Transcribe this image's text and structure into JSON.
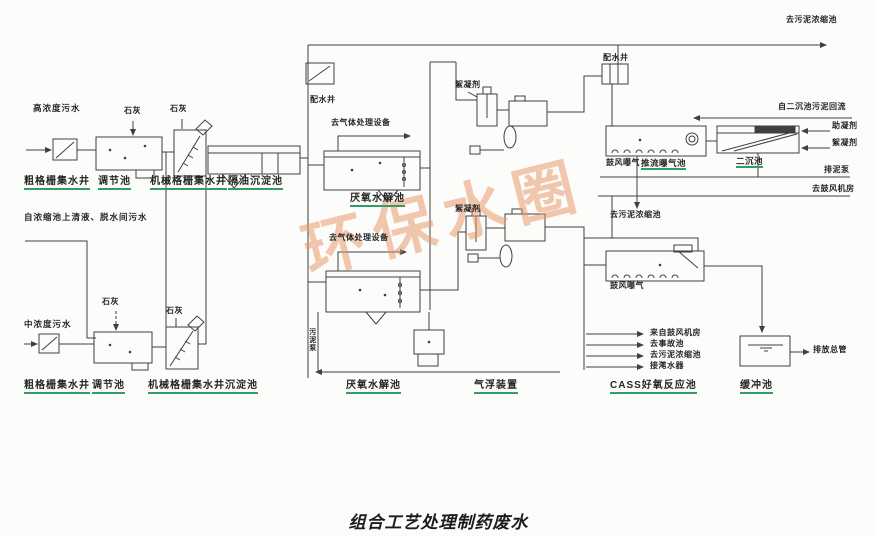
{
  "diagram": {
    "title": "组合工艺处理制药废水",
    "watermark": "环保水圈"
  },
  "colors": {
    "line": "#3f3f3f",
    "label_underline": "#2f9e6b",
    "watermark": "#e6945f",
    "text": "#262626"
  },
  "labels": {
    "inlet_high": "高浓度污水",
    "inlet_mid": "中浓度污水",
    "inlet_supernatant": "自浓缩池上清液、脱水间污水",
    "lime_1": "石灰",
    "lime_2": "石灰",
    "lime_3": "石灰",
    "lime_4": "石灰",
    "coarse_well_1": "粗格栅集水井",
    "regulating_1": "调节池",
    "mech_screen_1": "机械格栅集水井",
    "oil_sed_1": "隔油沉淀池",
    "coarse_well_2": "粗格栅集水井",
    "regulating_2": "调节池",
    "mech_screen_sed_2": "机械格栅集水井沉淀池",
    "dist_well_mid": "配水井",
    "to_gas_1": "去气体处理设备",
    "to_gas_2": "去气体处理设备",
    "anaerobic_1": "厌氧水解池",
    "anaerobic_2": "厌氧水解池",
    "flocculant_1": "絮凝剂",
    "flocculant_2": "絮凝剂",
    "flotation_unit": "气浮装置",
    "dist_well_right": "配水井",
    "to_sludge_thickener_top": "去污泥浓缩池",
    "blower_aeration_1": "鼓风曝气",
    "plug_flow_tank": "推流曝气池",
    "secondary_clarifier": "二沉池",
    "sludge_return": "自二沉池污泥回流",
    "coagulant_aid": "助凝剂",
    "flocculant_right": "絮凝剂",
    "sludge_pump": "排泥泵",
    "to_blower_room": "去鼓风机房",
    "to_sludge_thickener_mid": "去污泥浓缩池",
    "blower_aeration_2": "鼓风曝气",
    "cass_tank": "CASS好氧反应池",
    "from_blower_room": "来自鼓风机房",
    "to_accident_tank": "去事故池",
    "to_sludge_thickener_bottom": "去污泥浓缩池",
    "to_decanter": "接滗水器",
    "buffer_tank": "缓冲池",
    "outfall": "排放总管",
    "sludge_pipe_vertical": "污泥泵"
  }
}
